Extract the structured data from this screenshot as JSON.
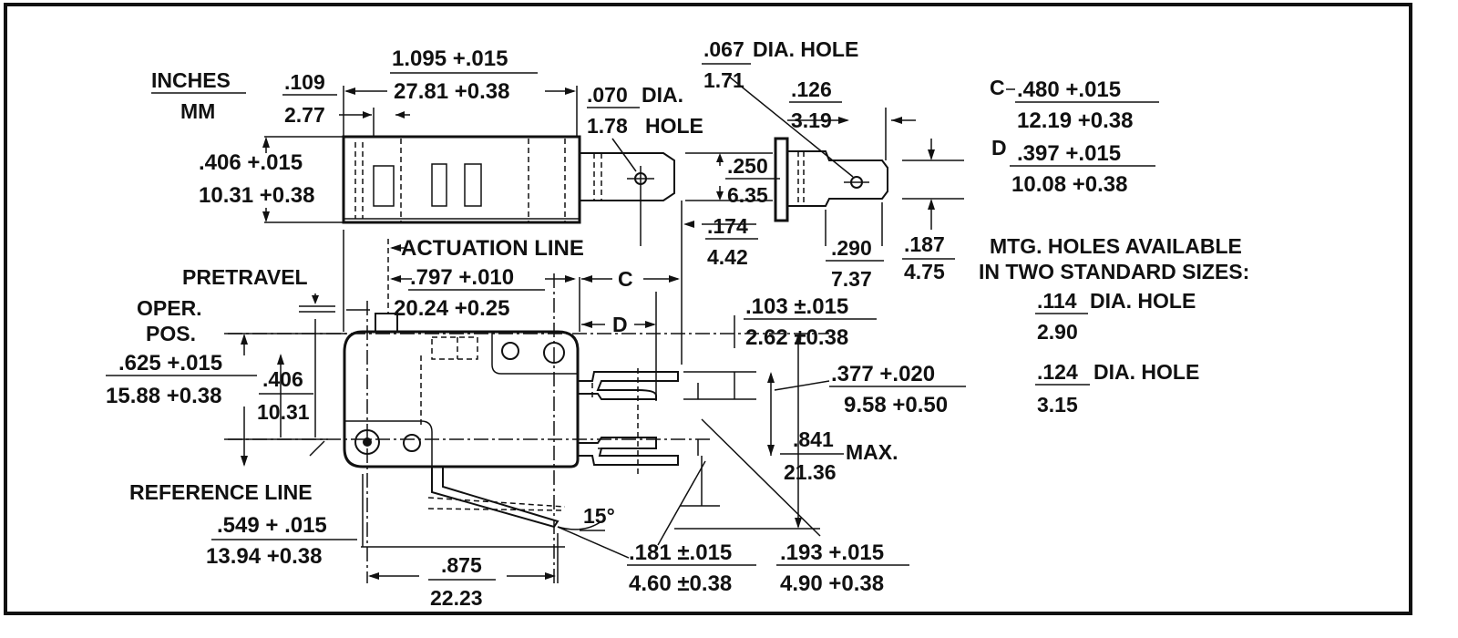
{
  "units": {
    "inches": "INCHES",
    "mm": "MM"
  },
  "top_view": {
    "d_109": {
      "in": ".109",
      "mm": "2.77"
    },
    "d_1095": {
      "in": "1.095 +.015",
      "mm": "27.81 +0.38"
    },
    "d_070": {
      "in": ".070",
      "mm": "1.78",
      "label1": "DIA.",
      "label2": "HOLE"
    },
    "d_067": {
      "in": ".067",
      "mm": "1.71",
      "label": "DIA. HOLE"
    },
    "d_126": {
      "in": ".126",
      "mm": "3.19"
    },
    "d_406": {
      "in": ".406 +.015",
      "mm": "10.31 +0.38"
    },
    "d_250": {
      "in": ".250",
      "mm": "6.35"
    },
    "d_174": {
      "in": ".174",
      "mm": "4.42"
    },
    "d_290": {
      "in": ".290",
      "mm": "7.37"
    },
    "d_187": {
      "in": ".187",
      "mm": "4.75"
    }
  },
  "dims_cd": {
    "c_letter": "C",
    "c": {
      "in": ".480 +.015",
      "mm": "12.19 +0.38"
    },
    "d_letter": "D",
    "d": {
      "in": ".397 +.015",
      "mm": "10.08 +0.38"
    }
  },
  "mounting": {
    "heading1": "MTG. HOLES AVAILABLE",
    "heading2": "IN TWO STANDARD SIZES:",
    "hole1": {
      "in": ".114",
      "label": "DIA. HOLE",
      "mm": "2.90"
    },
    "hole2": {
      "in": ".124",
      "label": "DIA. HOLE",
      "mm": "3.15"
    }
  },
  "side_view": {
    "actuation_line": "ACTUATION LINE",
    "pretravel": "PRETRAVEL",
    "oper_pos_1": "OPER.",
    "oper_pos_2": "POS.",
    "reference_line": "REFERENCE LINE",
    "letter_c": "C",
    "letter_d": "D",
    "d_797": {
      "in": ".797 +.010",
      "mm": "20.24 +0.25"
    },
    "d_103": {
      "in": ".103 ±.015",
      "mm": "2.62 ±0.38"
    },
    "d_625": {
      "in": ".625 +.015",
      "mm": "15.88 +0.38"
    },
    "d_406b": {
      "in": ".406",
      "mm": "10.31"
    },
    "d_377": {
      "in": ".377 +.020",
      "mm": "9.58 +0.50"
    },
    "d_841": {
      "in": ".841",
      "mm": "21.36",
      "suffix": "MAX."
    },
    "angle": "15°",
    "d_549": {
      "in": ".549 + .015",
      "mm": "13.94 +0.38"
    },
    "d_875": {
      "in": ".875",
      "mm": "22.23"
    },
    "d_181": {
      "in": ".181 ±.015",
      "mm": "4.60 ±0.38"
    },
    "d_193": {
      "in": ".193 +.015",
      "mm": "4.90 +0.38"
    }
  }
}
